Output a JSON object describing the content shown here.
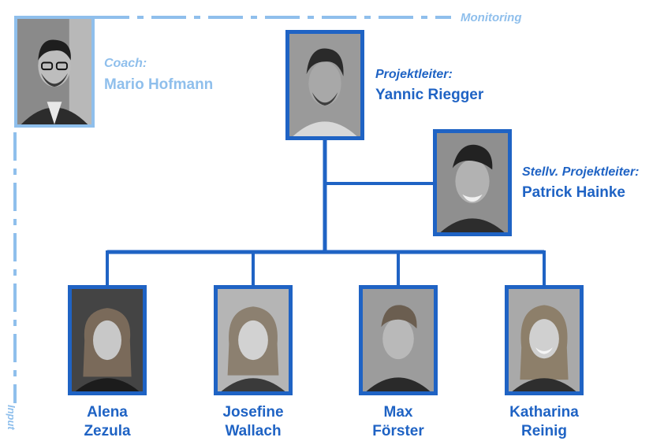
{
  "monitoring_label": "Monitoring",
  "input_label": "Input",
  "coach": {
    "role": "Coach:",
    "name": "Mario Hofmann"
  },
  "lead": {
    "role": "Projektleiter:",
    "name": "Yannic Riegger"
  },
  "deputy": {
    "role": "Stellv. Projektleiter:",
    "name": "Patrick Hainke"
  },
  "members": [
    {
      "first": "Alena",
      "last": "Zezula"
    },
    {
      "first": "Josefine",
      "last": "Wallach"
    },
    {
      "first": "Max",
      "last": "Förster"
    },
    {
      "first": "Katharina",
      "last": "Reinig"
    }
  ],
  "colors": {
    "primary": "#1f63c4",
    "light": "#8fbfec"
  }
}
